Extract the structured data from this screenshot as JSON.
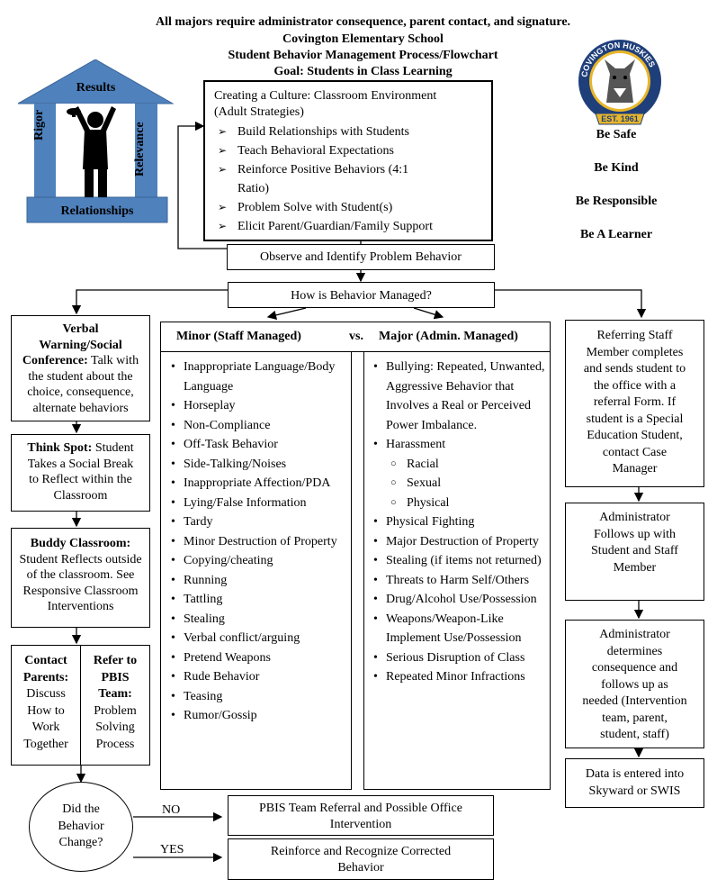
{
  "header": {
    "line1": "All majors require administrator consequence, parent contact, and signature.",
    "line2": "Covington Elementary School",
    "line3": "Student Behavior Management Process/Flowchart",
    "line4": "Goal:  Students in Class Learning"
  },
  "pillar": {
    "top": "Results",
    "left": "Rigor",
    "right": "Relevance",
    "bottom": "Relationships"
  },
  "logo": {
    "top_text": "COVINGTON HUSKIES",
    "banner": "EST. 1961"
  },
  "values": [
    "Be Safe",
    "Be Kind",
    "Be Responsible",
    "Be A Learner"
  ],
  "culture": {
    "title": "Creating a Culture:  Classroom Environment",
    "subtitle": "(Adult Strategies)",
    "items": [
      "Build Relationships with Students",
      "Teach Behavioral Expectations",
      "Reinforce Positive Behaviors (4:1",
      "Problem Solve with Student(s)",
      "Elicit Parent/Guardian/Family Support"
    ],
    "item3_cont": "Ratio)"
  },
  "observe": "Observe and Identify Problem Behavior",
  "managed": "How is Behavior Managed?",
  "verbal": {
    "title1": "Verbal",
    "title2": "Warning/Social",
    "title3": "Conference:",
    "text1": "Talk with",
    "text2": "the student about the",
    "text3": "choice, consequence,",
    "text4": "alternate behaviors"
  },
  "think": {
    "title": "Think Spot:",
    "text1": "Student",
    "text2": "Takes a Social Break",
    "text3": "to Reflect within the",
    "text4": "Classroom"
  },
  "buddy": {
    "title": "Buddy Classroom:",
    "text1": "Student Reflects outside",
    "text2": "of the classroom.  See",
    "text3": "Responsive Classroom",
    "text4": "Interventions"
  },
  "contact": {
    "title1": "Contact",
    "title2": "Parents:",
    "lines": [
      "Discuss",
      "How to",
      "Work",
      "Together"
    ]
  },
  "refer": {
    "title1": "Refer to",
    "title2": "PBIS",
    "title3": "Team:",
    "lines": [
      "Problem",
      "Solving",
      "Process"
    ]
  },
  "minor": {
    "title": "Minor (Staff Managed)",
    "items": [
      "Inappropriate Language/Body Language",
      "Horseplay",
      "Non-Compliance",
      "Off-Task Behavior",
      "Side-Talking/Noises",
      "Inappropriate Affection/PDA",
      "Lying/False Information",
      "Tardy",
      "Minor Destruction of Property",
      "Copying/cheating",
      "Running",
      "Tattling",
      "Stealing",
      "Verbal conflict/arguing",
      "Pretend Weapons",
      "Rude Behavior",
      "Teasing",
      "Rumor/Gossip"
    ]
  },
  "vs": "vs.",
  "major": {
    "title": "Major (Admin. Managed)",
    "bullying": "Bullying: Repeated, Unwanted, Aggressive Behavior that Involves a Real or Perceived Power Imbalance.",
    "harassment": "Harassment",
    "harassment_types": [
      "Racial",
      "Sexual",
      "Physical"
    ],
    "items": [
      "Physical Fighting",
      "Major Destruction of Property",
      "Stealing (if items not returned)",
      "Threats to Harm Self/Others",
      "Drug/Alcohol Use/Possession",
      "Weapons/Weapon-Like Implement Use/Possession",
      "Serious Disruption of Class",
      "Repeated Minor Infractions"
    ]
  },
  "referring": {
    "lines": [
      "Referring Staff",
      "Member completes",
      "and sends student to",
      "the office with a",
      "referral Form.  If",
      "student is a Special",
      "Education Student,",
      "contact Case",
      "Manager"
    ]
  },
  "admin_follow": {
    "lines": [
      "Administrator",
      "Follows up with",
      "Student and Staff",
      "Member"
    ]
  },
  "admin_determine": {
    "lines": [
      "Administrator",
      "determines",
      "consequence and",
      "follows up as",
      "needed (Intervention",
      "team, parent,",
      "student, staff)"
    ]
  },
  "data_entry": {
    "lines": [
      "Data is entered into",
      "Skyward or SWIS"
    ]
  },
  "decision": {
    "lines": [
      "Did the",
      "Behavior",
      "Change?"
    ]
  },
  "no_label": "NO",
  "yes_label": "YES",
  "pbis_referral": {
    "lines": [
      "PBIS Team Referral and Possible Office",
      "Intervention"
    ]
  },
  "reinforce": {
    "lines": [
      "Reinforce and Recognize Corrected",
      "Behavior"
    ]
  }
}
